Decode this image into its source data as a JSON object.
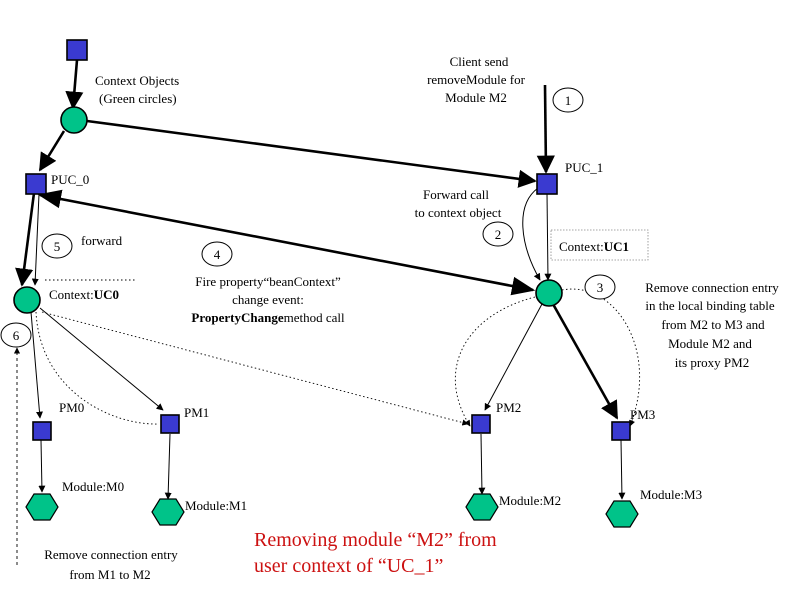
{
  "labels": {
    "context_objects_1": "Context Objects",
    "context_objects_2": "(Green circles)",
    "client_send_1": "Client send",
    "client_send_2": "removeModule for",
    "client_send_3": "Module M2",
    "puc0": "PUC_0",
    "puc1": "PUC_1",
    "forward_call_1": "Forward call",
    "forward_call_2": "to context object",
    "forward": "forward",
    "fire_1": "Fire property“beanContext”",
    "fire_2": "change event:",
    "fire_3_bold": "PropertyChange",
    "fire_3_rest": "method call",
    "ctx_uc0_prefix": "Context:",
    "ctx_uc0_bold": "UC0",
    "ctx_uc1_prefix": "Context:",
    "ctx_uc1_bold": "UC1",
    "remove_entry_1": "Remove connection entry",
    "remove_entry_2": "in the local binding table",
    "remove_entry_3": "from M2 to M3 and",
    "remove_entry_4": "Module M2 and",
    "remove_entry_5": "its proxy PM2",
    "pm0": "PM0",
    "pm1": "PM1",
    "pm2": "PM2",
    "pm3": "PM3",
    "mod_m0": "Module:M0",
    "mod_m1": "Module:M1",
    "mod_m2": "Module:M2",
    "mod_m3": "Module:M3",
    "remove_m1_1": "Remove connection entry",
    "remove_m1_2": "from M1 to M2",
    "title_1": "Removing module “M2” from",
    "title_2": "user context  of “UC_1”"
  },
  "steps": [
    "1",
    "2",
    "3",
    "4",
    "5",
    "6"
  ],
  "colors": {
    "proxy_square": "#3a3ad0",
    "context_circle": "#00c389",
    "module_hexagon": "#00c389",
    "title": "#cc1111"
  }
}
